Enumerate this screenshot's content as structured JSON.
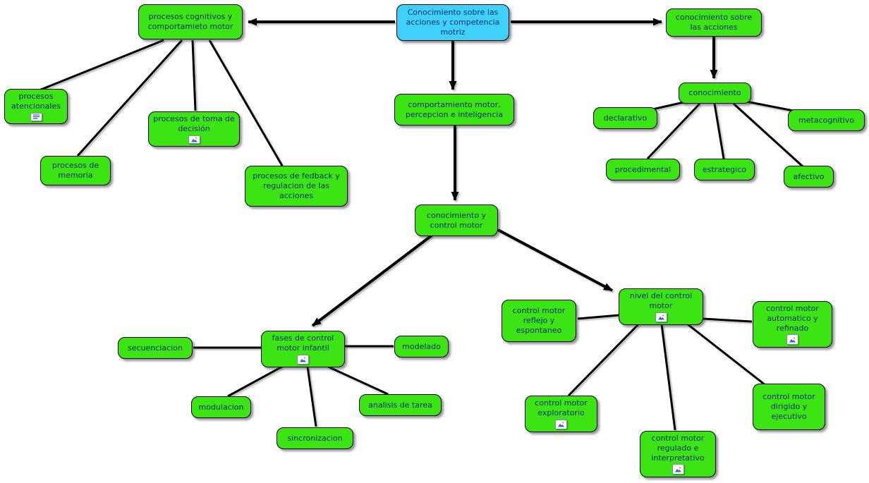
{
  "app": {
    "type": "concept-map"
  },
  "colors": {
    "node_fill": "#3CE414",
    "root_fill": "#3FD0FE",
    "edge": "#000000",
    "text": "#003366",
    "background": "#FFFFFF"
  },
  "nodes": {
    "root": {
      "label": "Conocimiento sobre las acciones y competencia motriz"
    },
    "procesos_cognitivos": {
      "label": "procesos cognitivos y comportamieto motor"
    },
    "conocimiento_sobre_acciones": {
      "label": "conocimiento sobre las acciones"
    },
    "procesos_atencionales": {
      "label": "procesos atencionales",
      "icon": "note-resource-icon"
    },
    "procesos_toma_decision": {
      "label": "procesos de toma de decisión",
      "icon": "image-resource-icon"
    },
    "procesos_memoria": {
      "label": "procesos de memoria"
    },
    "procesos_fedback": {
      "label": "procesos de fedback y regulacion de las acciones"
    },
    "comportamiento_motor": {
      "label": "comportamiento motor, percepcion e inteligencia"
    },
    "conocimiento_control_motor": {
      "label": "conocimiento y control motor"
    },
    "conocimiento": {
      "label": "conocimiento"
    },
    "declarativo": {
      "label": "declarativo"
    },
    "metacognitivo": {
      "label": "metacognitivo"
    },
    "procedimental": {
      "label": "procedimental"
    },
    "estrategico": {
      "label": "estrategico"
    },
    "afectivo": {
      "label": "afectivo"
    },
    "fases_control_motor": {
      "label": "fases de control motor infantil",
      "icon": "image-resource-icon"
    },
    "secuenciacion": {
      "label": "secuenciacion"
    },
    "modelado": {
      "label": "modelado"
    },
    "modulacion": {
      "label": "modulacion"
    },
    "sincronizacion": {
      "label": "sincronizacion"
    },
    "analisis_tarea": {
      "label": "analisis de tarea"
    },
    "nivel_control_motor": {
      "label": "nivel del control motor",
      "icon": "image-resource-icon"
    },
    "control_reflejo": {
      "label": "control motor reflejo y espontaneo"
    },
    "control_automatico": {
      "label": "control motor automatico y refinado",
      "icon": "image-resource-icon"
    },
    "control_exploratorio": {
      "label": "control motor exploratorio",
      "icon": "image-resource-icon"
    },
    "control_regulado": {
      "label": "control motor regulado e interpretativo",
      "icon": "image-resource-icon"
    },
    "control_dirigido": {
      "label": "control motor dirigido y ejecutivo"
    }
  },
  "edges": [
    {
      "from": "root",
      "to": "procesos_cognitivos",
      "arrow": true
    },
    {
      "from": "root",
      "to": "conocimiento_sobre_acciones",
      "arrow": true
    },
    {
      "from": "root",
      "to": "comportamiento_motor",
      "arrow": true
    },
    {
      "from": "comportamiento_motor",
      "to": "conocimiento_control_motor",
      "arrow": true
    },
    {
      "from": "conocimiento_sobre_acciones",
      "to": "conocimiento",
      "arrow": true
    },
    {
      "from": "conocimiento_control_motor",
      "to": "fases_control_motor",
      "arrow": true
    },
    {
      "from": "conocimiento_control_motor",
      "to": "nivel_control_motor",
      "arrow": true
    },
    {
      "from": "procesos_cognitivos",
      "to": "procesos_atencionales",
      "arrow": false
    },
    {
      "from": "procesos_cognitivos",
      "to": "procesos_memoria",
      "arrow": false
    },
    {
      "from": "procesos_cognitivos",
      "to": "procesos_toma_decision",
      "arrow": false
    },
    {
      "from": "procesos_cognitivos",
      "to": "procesos_fedback",
      "arrow": false
    },
    {
      "from": "conocimiento",
      "to": "declarativo",
      "arrow": false
    },
    {
      "from": "conocimiento",
      "to": "metacognitivo",
      "arrow": false
    },
    {
      "from": "conocimiento",
      "to": "procedimental",
      "arrow": false
    },
    {
      "from": "conocimiento",
      "to": "estrategico",
      "arrow": false
    },
    {
      "from": "conocimiento",
      "to": "afectivo",
      "arrow": false
    },
    {
      "from": "fases_control_motor",
      "to": "secuenciacion",
      "arrow": false
    },
    {
      "from": "fases_control_motor",
      "to": "modelado",
      "arrow": false
    },
    {
      "from": "fases_control_motor",
      "to": "modulacion",
      "arrow": false
    },
    {
      "from": "fases_control_motor",
      "to": "sincronizacion",
      "arrow": false
    },
    {
      "from": "fases_control_motor",
      "to": "analisis_tarea",
      "arrow": false
    },
    {
      "from": "nivel_control_motor",
      "to": "control_reflejo",
      "arrow": false
    },
    {
      "from": "nivel_control_motor",
      "to": "control_automatico",
      "arrow": false
    },
    {
      "from": "nivel_control_motor",
      "to": "control_exploratorio",
      "arrow": false
    },
    {
      "from": "nivel_control_motor",
      "to": "control_regulado",
      "arrow": false
    },
    {
      "from": "nivel_control_motor",
      "to": "control_dirigido",
      "arrow": false
    }
  ]
}
